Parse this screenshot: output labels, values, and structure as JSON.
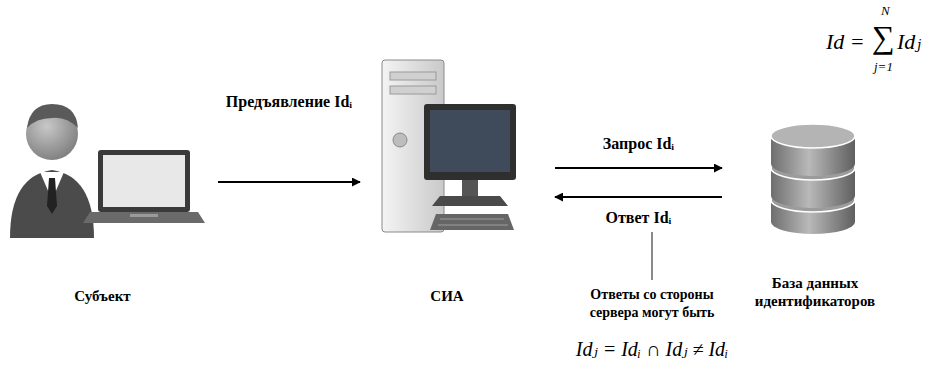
{
  "diagram": {
    "nodes": [
      {
        "text": [
          "Субъект"
        ]
      },
      {
        "text": [
          "СИА"
        ]
      },
      {
        "text": [
          "База данных идентификаторов"
        ]
      }
    ],
    "edges": [
      {
        "from": 0,
        "to": 1,
        "arrow": "to",
        "label": "Предъявление Idᵢ"
      },
      {
        "from": 1,
        "to": 2,
        "arrow": "to",
        "label": "Запрос Idᵢ"
      },
      {
        "from": 2,
        "to": 1,
        "arrow": "to",
        "label": "Ответ Idᵢ"
      }
    ],
    "labels": [
      "Id =",
      "∑",
      "N",
      "j=1",
      "Idⱼ",
      "Ответы со стороны сервера могут быть",
      "Idⱼ = Idᵢ ∩ Idⱼ ≠ Idᵢ"
    ]
  }
}
